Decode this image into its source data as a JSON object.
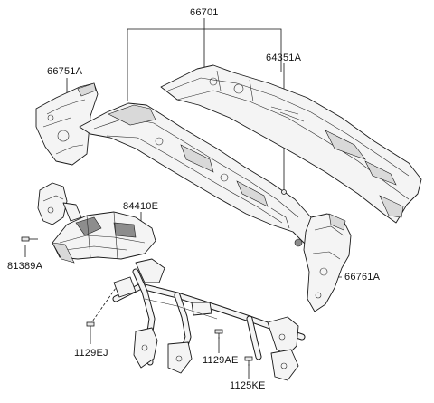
{
  "diagram": {
    "labels": {
      "p66701": "66701",
      "p64351A": "64351A",
      "p66751A": "66751A",
      "p84410E": "84410E",
      "p81389A": "81389A",
      "p66761A": "66761A",
      "p1129EJ": "1129EJ",
      "p1129AE": "1129AE",
      "p1125KE": "1125KE"
    }
  }
}
